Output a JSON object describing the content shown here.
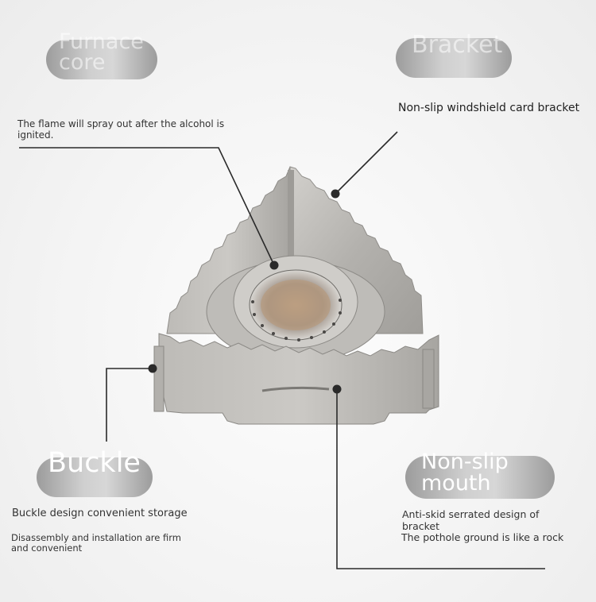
{
  "labels": {
    "furnace": {
      "title": "Furnace core",
      "desc": "The flame will spray out after the alcohol is ignited."
    },
    "bracket": {
      "title": "Bracket",
      "desc": "Non-slip windshield card bracket"
    },
    "buckle": {
      "title": "Buckle",
      "desc1": "Buckle design convenient storage",
      "desc2": "Disassembly and installation are firm and convenient"
    },
    "mouth": {
      "title": "Non-slip mouth",
      "desc1": "Anti-skid serrated design of bracket",
      "desc2": "The pothole ground is like a rock"
    }
  },
  "colors": {
    "pill_dark": "#9c9c9c",
    "pill_light": "#d7d7d7",
    "metal": "#b9b7b3",
    "leader_line": "#2a2a2a"
  },
  "image": {
    "subject": "stove-windshield-bracket-photo"
  }
}
